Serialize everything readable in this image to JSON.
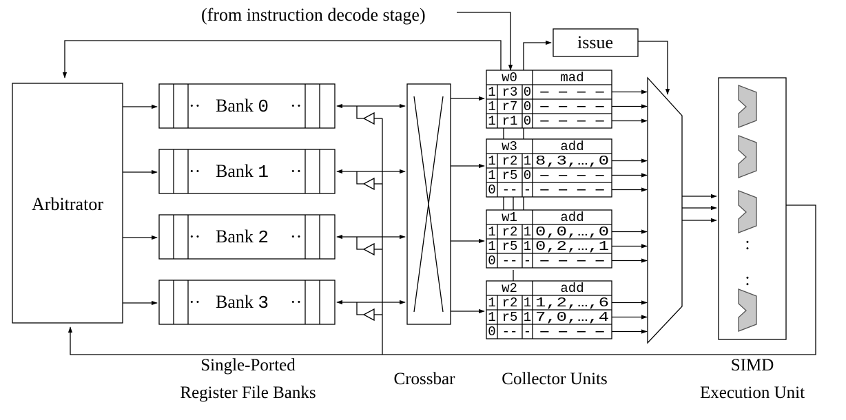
{
  "top_note": "(from instruction decode stage)",
  "issue": "issue",
  "arbitrator": "Arbitrator",
  "banks": [
    {
      "prefix": "Bank ",
      "num": "0",
      "dots": "··"
    },
    {
      "prefix": "Bank ",
      "num": "1",
      "dots": "··"
    },
    {
      "prefix": "Bank ",
      "num": "2",
      "dots": "··"
    },
    {
      "prefix": "Bank ",
      "num": "3",
      "dots": "··"
    }
  ],
  "collectors": [
    {
      "warp": "w0",
      "op": "mad",
      "rows": [
        {
          "v": "1",
          "reg": "r3",
          "r": "0",
          "data": "----"
        },
        {
          "v": "1",
          "reg": "r7",
          "r": "0",
          "data": "----"
        },
        {
          "v": "1",
          "reg": "r1",
          "r": "0",
          "data": "----"
        }
      ]
    },
    {
      "warp": "w3",
      "op": "add",
      "rows": [
        {
          "v": "1",
          "reg": "r2",
          "r": "1",
          "data": "8,3,…,0"
        },
        {
          "v": "1",
          "reg": "r5",
          "r": "0",
          "data": "----"
        },
        {
          "v": "0",
          "reg": "--",
          "r": "-",
          "data": "----"
        }
      ]
    },
    {
      "warp": "w1",
      "op": "add",
      "rows": [
        {
          "v": "1",
          "reg": "r2",
          "r": "1",
          "data": "0,0,…,0"
        },
        {
          "v": "1",
          "reg": "r5",
          "r": "1",
          "data": "0,2,…,1"
        },
        {
          "v": "0",
          "reg": "--",
          "r": "-",
          "data": "----"
        }
      ]
    },
    {
      "warp": "w2",
      "op": "add",
      "rows": [
        {
          "v": "1",
          "reg": "r2",
          "r": "1",
          "data": "1,2,…,6"
        },
        {
          "v": "1",
          "reg": "r5",
          "r": "1",
          "data": "7,0,…,4"
        },
        {
          "v": "0",
          "reg": "--",
          "r": "-",
          "data": "----"
        }
      ]
    }
  ],
  "captions": {
    "banks_line1": "Single-Ported",
    "banks_line2": "Register File Banks",
    "crossbar": "Crossbar",
    "collectors": "Collector Units",
    "simd_line1": "SIMD",
    "simd_line2": "Execution Unit"
  },
  "simd_dots": ":"
}
